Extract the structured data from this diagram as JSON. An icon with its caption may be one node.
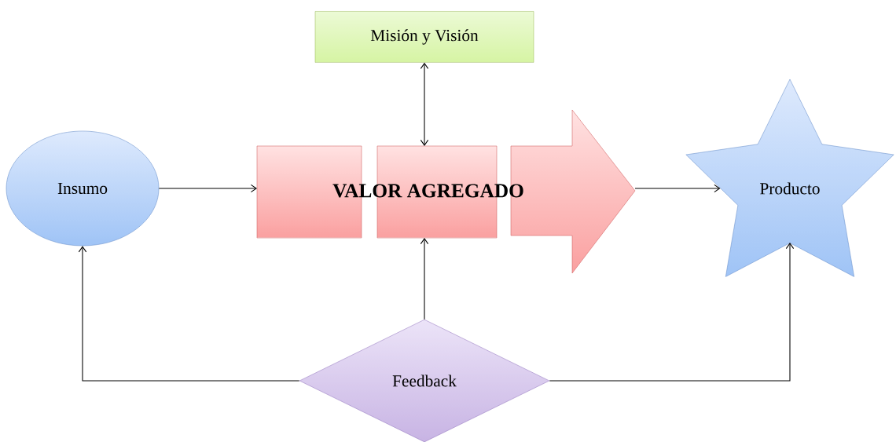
{
  "diagram": {
    "nodes": [
      {
        "text": [
          "Misión y Visión"
        ]
      },
      {
        "text": [
          "Insumo"
        ]
      },
      {
        "text": [
          "VALOR AGREGADO"
        ]
      },
      {
        "text": [
          "Producto"
        ]
      },
      {
        "text": [
          "Feedback"
        ]
      }
    ],
    "edges": [
      {
        "from": 1,
        "to": 2,
        "arrow": "to"
      },
      {
        "from": 0,
        "to": 2,
        "arrow": "both"
      },
      {
        "from": 2,
        "to": 3,
        "arrow": "to"
      },
      {
        "from": 4,
        "to": 2,
        "arrow": "to"
      },
      {
        "from": 4,
        "to": 1,
        "arrow": "to"
      },
      {
        "from": 4,
        "to": 3,
        "arrow": "to"
      }
    ]
  }
}
